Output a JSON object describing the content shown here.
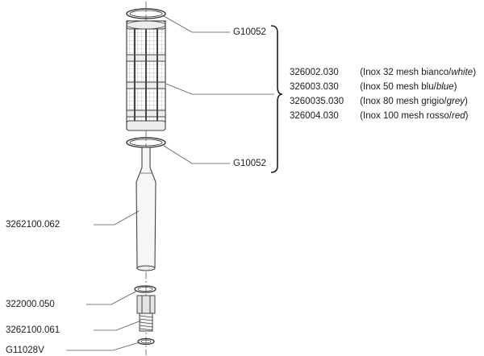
{
  "diagram": {
    "labels": {
      "o_ring_top": "G10052",
      "o_ring_bottom": "G10052",
      "tube": "3262100.062",
      "nut": "322000.050",
      "fitting": "3262100.061",
      "seal": "G11028V"
    },
    "mesh_options": [
      {
        "code": "326002.030",
        "desc": "(Inox 32 mesh bianco/",
        "en": "white",
        "close": ")"
      },
      {
        "code": "326003.030",
        "desc": "(Inox 50 mesh blu/",
        "en": "blue",
        "close": ")"
      },
      {
        "code": "3260035.030",
        "desc": "(Inox 80 mesh grigio/",
        "en": "grey",
        "close": ")"
      },
      {
        "code": "326004.030",
        "desc": "(Inox 100 mesh rosso/",
        "en": "red",
        "close": ")"
      }
    ]
  }
}
